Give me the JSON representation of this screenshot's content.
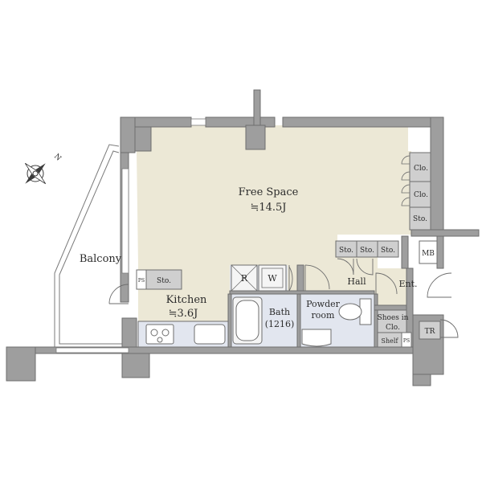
{
  "compass": {
    "north_label": "N"
  },
  "rooms": {
    "free_space": {
      "name": "Free Space",
      "size": "≒14.5J"
    },
    "kitchen": {
      "name": "Kitchen",
      "size": "≒3.6J"
    },
    "balcony": {
      "name": "Balcony"
    },
    "bath": {
      "name": "Bath",
      "size": "(1216)"
    },
    "powder_room": {
      "line1": "Powder",
      "line2": "room"
    },
    "hall": {
      "name": "Hall"
    },
    "entrance": {
      "name": "Ent."
    },
    "shoes": {
      "line1": "Shoes in",
      "line2": "Clo."
    }
  },
  "labels": {
    "clo1": "Clo.",
    "clo2": "Clo.",
    "sto_right": "Sto.",
    "sto_a": "Sto.",
    "sto_b": "Sto.",
    "sto_c": "Sto.",
    "sto_kitchen": "Sto.",
    "mb": "MB",
    "tr": "TR",
    "shelf": "Shelf",
    "ps_left": "PS",
    "ps_right": "PS",
    "fridge": "R",
    "washer": "W"
  },
  "colors": {
    "wall": "#9e9e9e",
    "wall_edge": "#6e6e6e",
    "living_floor": "#ece8d6",
    "wet_floor": "#e2e6ef",
    "storage_floor": "#cfcfcf"
  }
}
